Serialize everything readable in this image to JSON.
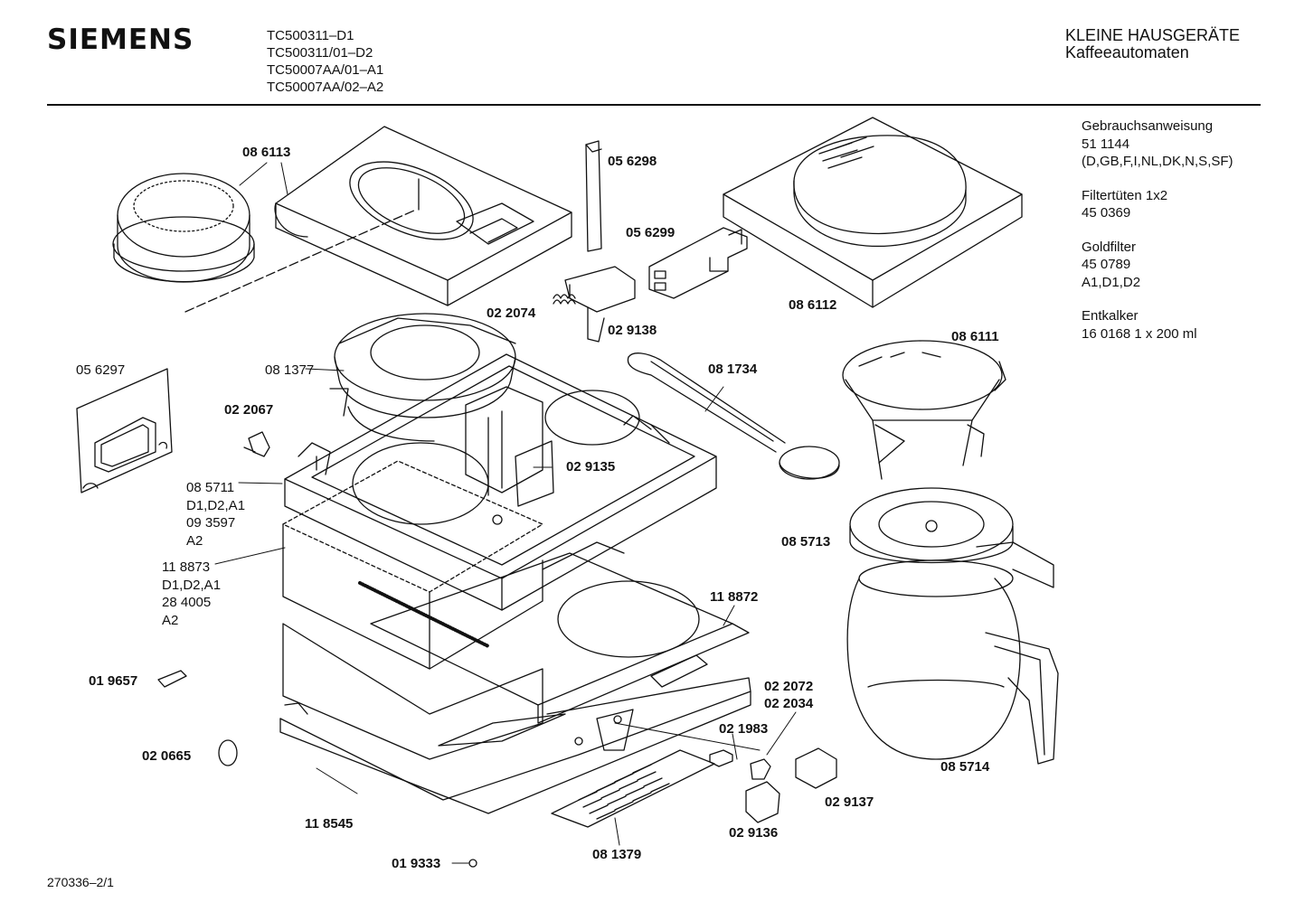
{
  "header": {
    "brand": "SIEMENS",
    "models": [
      "TC500311–D1",
      "TC500311/01–D2",
      "TC50007AA/01–A1",
      "TC50007AA/02–A2"
    ],
    "category": "KLEINE HAUSGERÄTE",
    "subcategory": "Kaffeeautomaten"
  },
  "accessories": [
    {
      "name": "Gebrauchsanweisung",
      "lines": [
        "51 1144",
        "(D,GB,F,I,NL,DK,N,S,SF)"
      ]
    },
    {
      "name": "Filtertüten 1x2",
      "lines": [
        "45 0369"
      ]
    },
    {
      "name": "Goldfilter",
      "lines": [
        "45 0789",
        "A1,D1,D2"
      ]
    },
    {
      "name": "Entkalker",
      "lines": [
        "16 0168 1 x 200 ml"
      ]
    }
  ],
  "parts": {
    "p086113": "08 6113",
    "p056298": "05 6298",
    "p056299": "05 6299",
    "p086112": "08 6112",
    "p022074": "02 2074",
    "p029138": "02 9138",
    "p086111": "08 6111",
    "p056297": "05 6297",
    "p081377": "08 1377",
    "p081734": "08 1734",
    "p022067": "02 2067",
    "p029135": "02 9135",
    "p085711": [
      "08 5711",
      "D1,D2,A1",
      "09 3597",
      "A2"
    ],
    "p085713": "08 5713",
    "p118873": [
      "11 8873",
      "D1,D2,A1",
      "28 4005",
      "A2"
    ],
    "p118872": "11 8872",
    "p019657": "01 9657",
    "p022072": "02 2072",
    "p022034": "02 2034",
    "p021983": "02 1983",
    "p020665": "02 0665",
    "p085714": "08 5714",
    "p029137": "02 9137",
    "p118545": "11 8545",
    "p029136": "02 9136",
    "p081379": "08 1379",
    "p019333": "01 9333"
  },
  "footer": {
    "docnum": "270336–2/1"
  }
}
